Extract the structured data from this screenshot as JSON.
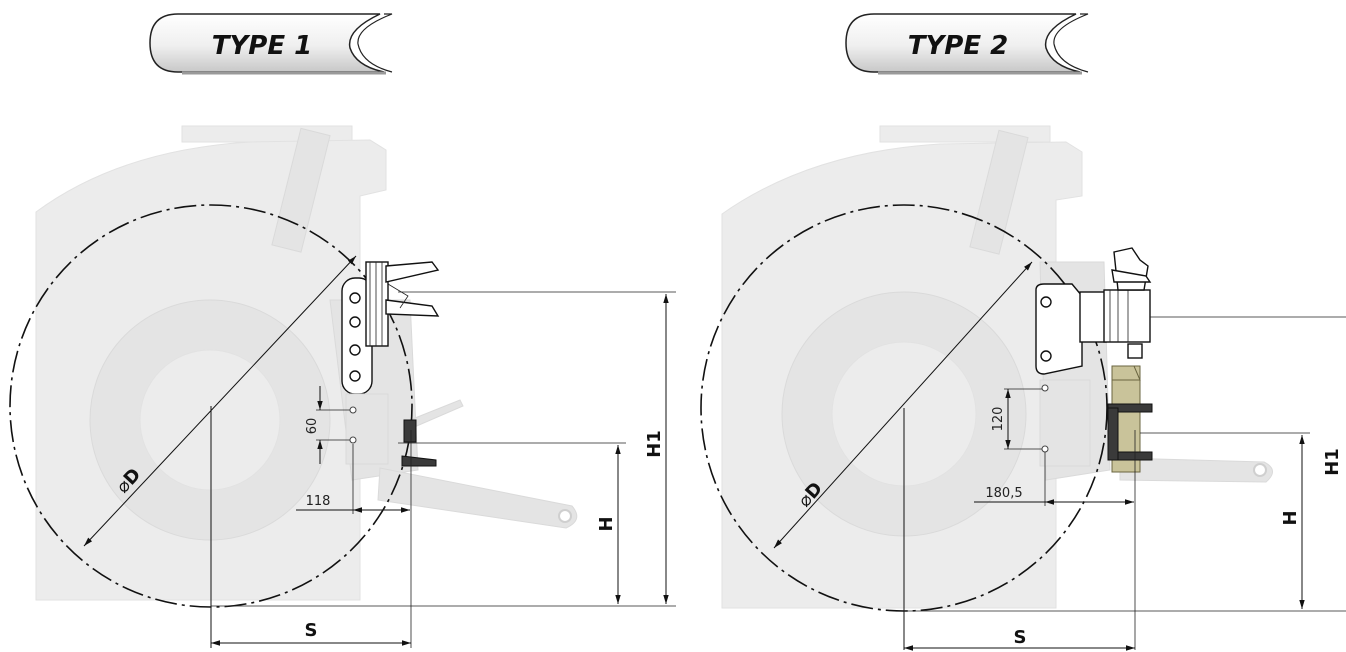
{
  "panels": [
    {
      "type_label": "TYPE 1",
      "diameter_label": "D",
      "hole_spacing": "60",
      "offset": "118",
      "height_label": "H",
      "height1_label": "H1",
      "span_label": "S"
    },
    {
      "type_label": "TYPE 2",
      "diameter_label": "D",
      "hole_spacing": "120",
      "offset": "180,5",
      "height_label": "H",
      "height1_label": "H1",
      "span_label": "S"
    }
  ]
}
